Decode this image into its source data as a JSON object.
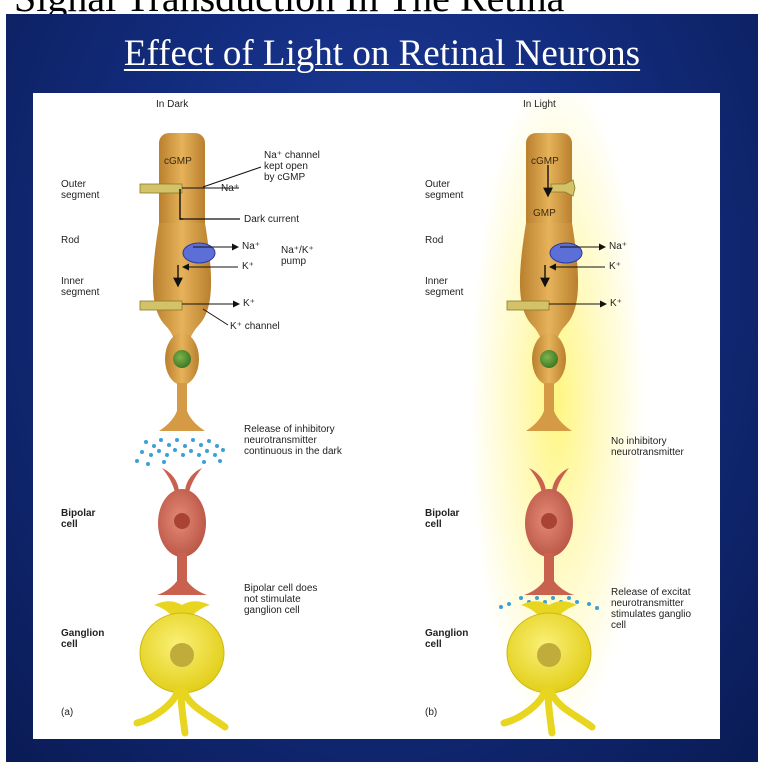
{
  "page_title": "Signal Transduction In The Retina",
  "slide_title": "Effect of Light on Retinal Neurons",
  "panel_a": {
    "heading": "In Dark",
    "outer_segment": "Outer\nsegment",
    "rod": "Rod",
    "inner_segment": "Inner\nsegment",
    "cgmp": "cGMP",
    "na_channel": "Na⁺ channel\nkept open\nby cGMP",
    "na_in": "Na⁺",
    "dark_current": "Dark current",
    "na_pump": "Na⁺",
    "pump_label": "Na⁺/K⁺\npump",
    "k_pump": "K⁺",
    "k_out": "K⁺",
    "k_channel": "K⁺ channel",
    "release": "Release of inhibitory\nneurotransmitter\ncontinuous in the dark",
    "bipolar": "Bipolar\ncell",
    "bipolar_note": "Bipolar cell does\nnot stimulate\nganglion cell",
    "ganglion": "Ganglion\ncell",
    "letter": "(a)"
  },
  "panel_b": {
    "heading": "In Light",
    "outer_segment": "Outer\nsegment",
    "rod": "Rod",
    "inner_segment": "Inner\nsegment",
    "cgmp": "cGMP",
    "gmp": "GMP",
    "na_pump": "Na⁺",
    "k_pump": "K⁺",
    "k_out": "K⁺",
    "no_release": "No inhibitory\nneurotransmitter",
    "bipolar": "Bipolar\ncell",
    "release_excit": "Release of excitat\nneurotransmitter\nstimulates ganglio\ncell",
    "ganglion": "Ganglion\ncell",
    "letter": "(b)"
  },
  "colors": {
    "slide_bg": "#132d80",
    "rod": "#d9a24a",
    "bipolar": "#d27060",
    "ganglion": "#f2e230",
    "light": "#fff27a",
    "neurotransmitter": "#3aa0d8",
    "pump": "#5c6fd6"
  }
}
